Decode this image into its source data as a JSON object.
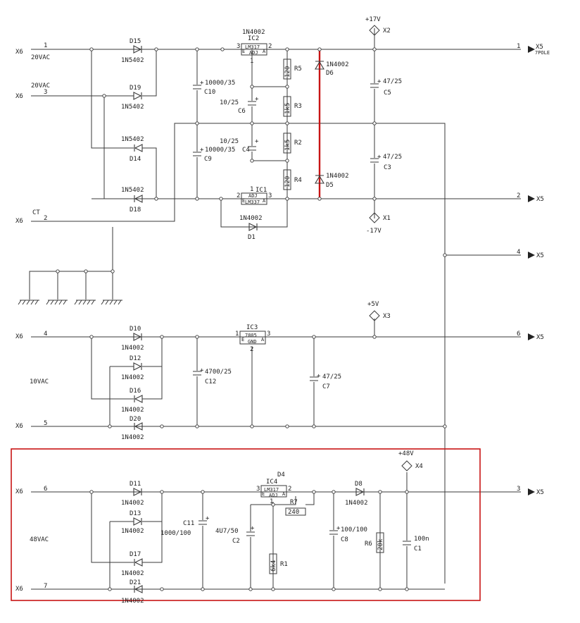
{
  "colors": {
    "wire": "#3a3a3a",
    "highlight": "#c81414",
    "background": "#ffffff"
  },
  "connectors": {
    "x6_1": {
      "ref": "X6",
      "pin": "1",
      "net": "20VAC"
    },
    "x6_3": {
      "ref": "X6",
      "pin": "3",
      "net": "20VAC"
    },
    "x6_2": {
      "ref": "X6",
      "pin": "2",
      "net": "CT"
    },
    "x6_4": {
      "ref": "X6",
      "pin": "4"
    },
    "x6_5": {
      "ref": "X6",
      "pin": "5",
      "net": "10VAC"
    },
    "x6_6": {
      "ref": "X6",
      "pin": "6",
      "net": "48VAC"
    },
    "x6_7": {
      "ref": "X6",
      "pin": "7"
    },
    "x5_1": {
      "ref": "X5",
      "pin": "1",
      "sub": "7POLE"
    },
    "x5_2": {
      "ref": "X5",
      "pin": "2"
    },
    "x5_4": {
      "ref": "X5",
      "pin": "4"
    },
    "x5_6": {
      "ref": "X5",
      "pin": "6"
    },
    "x5_3": {
      "ref": "X5",
      "pin": "3"
    }
  },
  "test_points": {
    "x2": {
      "ref": "X2",
      "voltage": "+17V"
    },
    "x1": {
      "ref": "X1",
      "voltage": "-17V"
    },
    "x3": {
      "ref": "X3",
      "voltage": "+5V"
    },
    "x4": {
      "ref": "X4",
      "voltage": "+48V"
    }
  },
  "diodes": {
    "d15": {
      "ref": "D15",
      "value": "1N5402"
    },
    "d19": {
      "ref": "D19",
      "value": "1N5402"
    },
    "d14": {
      "ref": "D14",
      "value": "1N5402"
    },
    "d18": {
      "ref": "D18",
      "value": "1N5402"
    },
    "d6": {
      "ref": "D6",
      "value": "1N4002"
    },
    "d5": {
      "ref": "D5",
      "value": "1N4002"
    },
    "d2top": {
      "value": "1N4002"
    },
    "d1": {
      "ref": "D1",
      "value": "1N4002"
    },
    "d10": {
      "ref": "D10",
      "value": "1N4002"
    },
    "d12": {
      "ref": "D12",
      "value": "1N4002"
    },
    "d16": {
      "ref": "D16",
      "value": "1N4002"
    },
    "d20": {
      "ref": "D20",
      "value": "1N4002"
    },
    "d11": {
      "ref": "D11",
      "value": "1N4002"
    },
    "d13": {
      "ref": "D13",
      "value": "1N4002"
    },
    "d17": {
      "ref": "D17",
      "value": "1N4002"
    },
    "d21": {
      "ref": "D21",
      "value": "1N4002"
    },
    "d8": {
      "ref": "D8",
      "value": "1N4002"
    },
    "d4": {
      "ref": "D4"
    }
  },
  "capacitors": {
    "c10": {
      "ref": "C10",
      "value": "10000/35"
    },
    "c9": {
      "ref": "C9",
      "value": "10000/35"
    },
    "c6": {
      "ref": "C6",
      "value": "10/25"
    },
    "c4": {
      "ref": "C4",
      "value": "10/25"
    },
    "c5": {
      "ref": "C5",
      "value": "47/25"
    },
    "c3": {
      "ref": "C3",
      "value": "47/25"
    },
    "c12": {
      "ref": "C12",
      "value": "4700/25"
    },
    "c7": {
      "ref": "C7",
      "value": "47/25"
    },
    "c11": {
      "ref": "C11",
      "value": "1000/100"
    },
    "c2": {
      "ref": "C2",
      "value": "4U7/50"
    },
    "c8": {
      "ref": "C8",
      "value": "100/100"
    },
    "c1": {
      "ref": "C1",
      "value": "100n"
    }
  },
  "resistors": {
    "r5": {
      "ref": "R5",
      "value": "120"
    },
    "r3": {
      "ref": "R3",
      "value": "1k5"
    },
    "r2": {
      "ref": "R2",
      "value": "1k5"
    },
    "r4": {
      "ref": "R4",
      "value": "120"
    },
    "r7": {
      "ref": "R7",
      "value": "240"
    },
    "r1": {
      "ref": "R1",
      "value": "6k4"
    },
    "r6": {
      "ref": "R6",
      "value": "20k"
    }
  },
  "regulators": {
    "ic2": {
      "ref": "IC2",
      "part": "LM317",
      "adj": "ADJ",
      "pin_in": "3",
      "pin_out": "2",
      "pin_adj": "1",
      "e": "E",
      "a": "A"
    },
    "ic1": {
      "ref": "IC1",
      "part": "LM337",
      "adj": "ADJ",
      "pin_in": "3",
      "pin_out": "2",
      "pin_adj": "1",
      "e": "E",
      "a": "A"
    },
    "ic3": {
      "ref": "IC3",
      "part": "7805",
      "adj": "GND",
      "pin_in": "1",
      "pin_out": "3",
      "pin_adj": "2",
      "e": "E",
      "a": "A"
    },
    "ic4": {
      "ref": "IC4",
      "part": "LM317",
      "adj": "ADJ",
      "pin_in": "3",
      "pin_out": "2",
      "pin_adj": "1",
      "e": "E",
      "a": "A"
    }
  }
}
